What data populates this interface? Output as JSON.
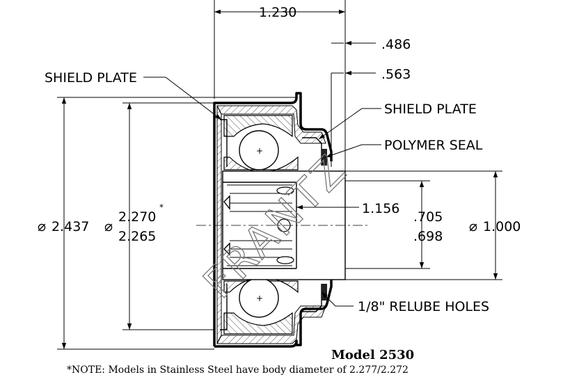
{
  "dimensions": {
    "width_top": "1.230",
    "offset_a": ".486",
    "offset_b": ".563",
    "outer_diameter": "2.437",
    "body_diameter_max": "2.270",
    "body_diameter_min": "2.265",
    "body_diameter_mark": "*",
    "inner_length": "1.156",
    "bore_max": ".705",
    "bore_min": ".698",
    "shaft_diameter": "1.000",
    "diameter_symbol": "⌀"
  },
  "callouts": {
    "shield_plate_left": "SHIELD PLATE",
    "shield_plate_right": "SHIELD PLATE",
    "polymer_seal": "POLYMER SEAL",
    "relube_holes": "1/8\" RELUBE HOLES"
  },
  "title": "Model 2530",
  "note": "*NOTE: Models in Stainless Steel have body diameter of 2.277/2.272",
  "watermark": "FRANTZ"
}
